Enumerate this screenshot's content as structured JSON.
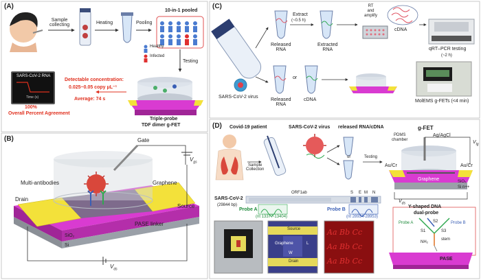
{
  "panels": {
    "A": {
      "letter": "(A)",
      "sample_collecting": "Sample\ncollecting",
      "heating": "Heating",
      "pooling": "Pooling",
      "pooled_title": "10-in-1 pooled",
      "healthy": "Healthy",
      "infected": "Infected",
      "testing": "Testing",
      "screen_title": "SARS-CoV-2 RNA",
      "screen_axis": "Time (s)",
      "detectable": "Detectable concentration:",
      "detect_range": "0.025~0.05 copy μL⁻¹",
      "average": "Average:  74 s",
      "agreement_pct": "100%",
      "agreement": "Overall Percent Agreement",
      "device": "Triple-probe",
      "device2": "TDF dimer g-FET"
    },
    "B": {
      "letter": "(B)",
      "gate": "Gate",
      "vgs": "V",
      "vgs_sub": "gs",
      "multi_antibodies": "Multi-antibodies",
      "graphene": "Graphene",
      "drain": "Drain",
      "source": "Source",
      "pase_linker": "PASE linker",
      "sio2": "SiO₂",
      "si": "Si",
      "vds": "V",
      "vds_sub": "ds"
    },
    "C": {
      "letter": "(C)",
      "extract": "Extract",
      "extract_time": "(~0.5 h)",
      "rt_amplify": "RT\nand\namplify",
      "released_rna": "Released\nRNA",
      "extracted_rna": "Extracted\nRNA",
      "cdna": "cDNA",
      "qrt": "qRT–PCR testing",
      "qrt_time": "(~2 h)",
      "virus": "SARS-CoV-2 virus",
      "released_rna2": "Released\nRNA",
      "or": "or",
      "cdna2": "cDNA",
      "moiems": "MolEMS g-FETs (<4 min)"
    },
    "D": {
      "letter": "(D)",
      "patient": "Covid-19 patient",
      "virus": "SARS-CoV-2 virus",
      "released": "released RNA/cDNA",
      "sample_collection": "Sample\nCollection",
      "or": "or",
      "testing": "Testing",
      "gfet": "g-FET",
      "pdms": "PDMS\nchamber",
      "agagcl": "Ag/AgCl",
      "vlg": "V",
      "vlg_sub": "lg",
      "aucr_left": "Au/Cr",
      "aucr_right": "Au/Cr",
      "graphene": "Graphene",
      "sio2": "SiO₂",
      "si": "Si n++",
      "vds": "V",
      "vds_sub": "ds",
      "genome": "SARS-CoV-2",
      "genome_bp": "(29844 bp)",
      "orf1ab": "ORF1ab",
      "gene_s": "S",
      "gene_e": "E",
      "gene_m": "M",
      "gene_n": "N",
      "probe_a": "Probe A",
      "probe_a_nt": "(nt 13377-13404)",
      "probe_b": "Probe B",
      "probe_b_nt": "(nt 28934-28953)",
      "chip_source": "Source",
      "chip_graphene": "Graphene",
      "chip_l": "L",
      "chip_w": "W",
      "chip_drain": "Drain",
      "aabbcc": [
        "Aa Bb Cc",
        "Aa Bb Cc",
        "Aa Bb Cc"
      ],
      "yshape": "Y-shaped DNA",
      "yshape2": "dual-probe",
      "probe_a_small": "Probe A",
      "probe_b_small": "Probe B",
      "s1": "S1",
      "s2": "S2",
      "s3": "S3",
      "stem": "stem",
      "nh2": "NH₂",
      "pase": "PASE"
    }
  },
  "colors": {
    "substrate_magenta": "#d93bd1",
    "electrode_yellow": "#f3e13a",
    "graphene_grey": "#9aa0a8",
    "virus_red": "#d9473b",
    "accent_red": "#e0301e",
    "probe_green": "#2fa84f",
    "probe_blue": "#3a5fb5"
  }
}
